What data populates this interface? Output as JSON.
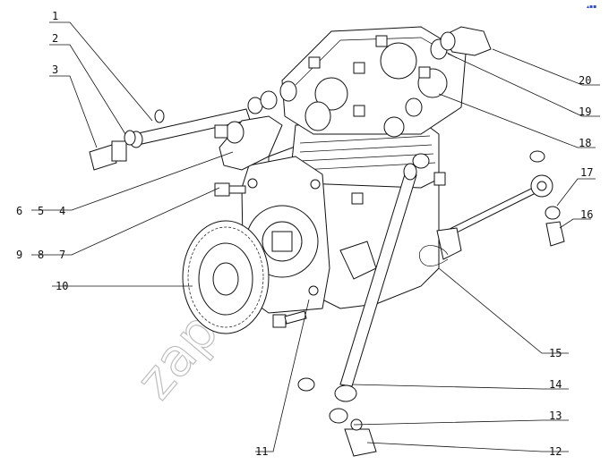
{
  "diagram": {
    "watermark": "zapkamaz.ru",
    "corner_mark": "▴▪▪",
    "callouts": [
      {
        "id": "c1",
        "label": "1"
      },
      {
        "id": "c2",
        "label": "2"
      },
      {
        "id": "c3",
        "label": "3"
      },
      {
        "id": "c4",
        "label": "4"
      },
      {
        "id": "c5",
        "label": "5"
      },
      {
        "id": "c6",
        "label": "6"
      },
      {
        "id": "c7",
        "label": "7"
      },
      {
        "id": "c8",
        "label": "8"
      },
      {
        "id": "c9",
        "label": "9"
      },
      {
        "id": "c10",
        "label": "10"
      },
      {
        "id": "c11",
        "label": "11"
      },
      {
        "id": "c12",
        "label": "12"
      },
      {
        "id": "c13",
        "label": "13"
      },
      {
        "id": "c14",
        "label": "14"
      },
      {
        "id": "c15",
        "label": "15"
      },
      {
        "id": "c16",
        "label": "16"
      },
      {
        "id": "c17",
        "label": "17"
      },
      {
        "id": "c18",
        "label": "18"
      },
      {
        "id": "c19",
        "label": "19"
      },
      {
        "id": "c20",
        "label": "20"
      }
    ]
  }
}
